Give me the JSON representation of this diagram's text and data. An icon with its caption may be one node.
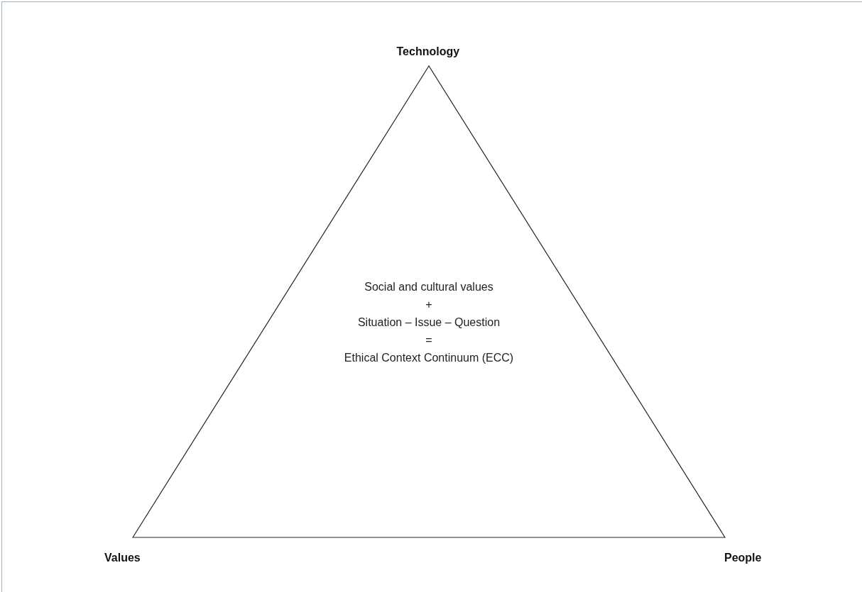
{
  "diagram": {
    "nodes": [
      {
        "text": [
          "Social and cultural values",
          "+",
          "Situation – Issue – Question",
          "=",
          "Ethical Context Continuum (ECC)"
        ]
      }
    ],
    "labels": [
      "Technology",
      "Values",
      "People"
    ]
  }
}
